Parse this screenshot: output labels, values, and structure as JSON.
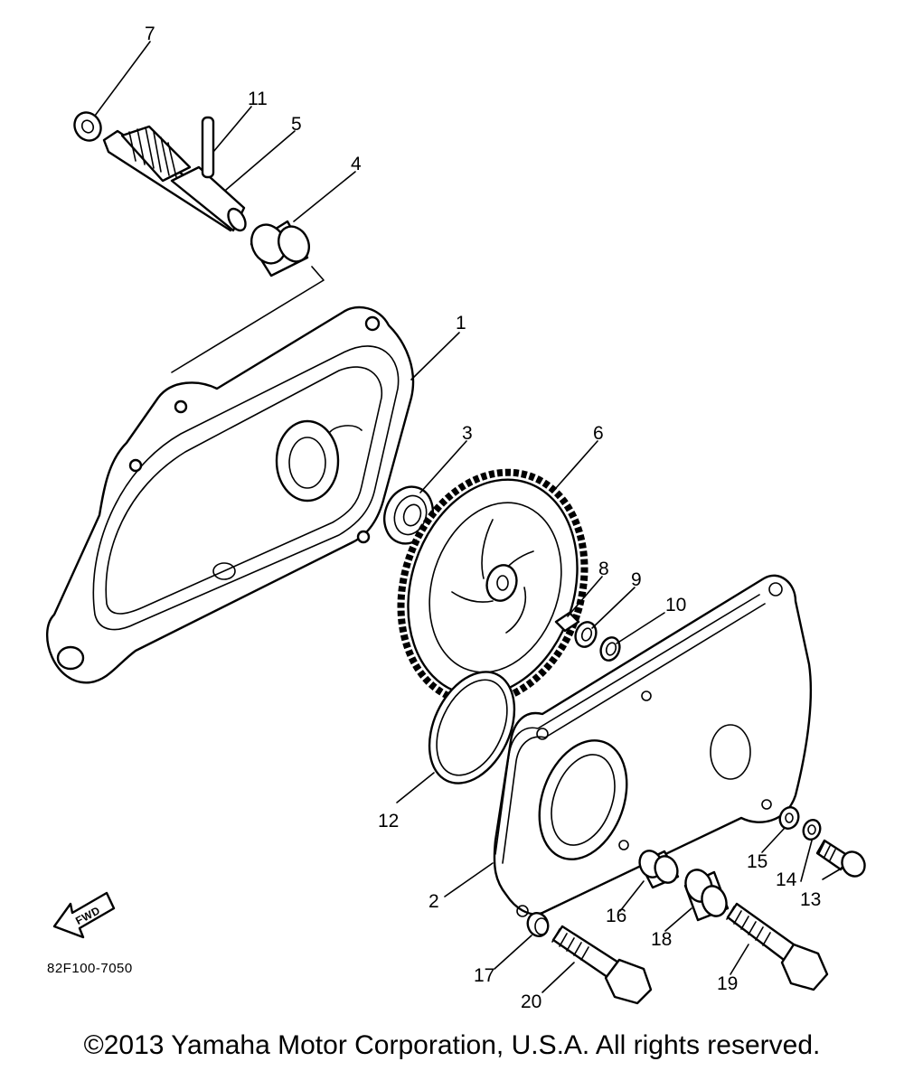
{
  "diagram": {
    "parts": [
      {
        "id": "part-1",
        "label": "1"
      },
      {
        "id": "part-2",
        "label": "2"
      },
      {
        "id": "part-3",
        "label": "3"
      },
      {
        "id": "part-4",
        "label": "4"
      },
      {
        "id": "part-5",
        "label": "5"
      },
      {
        "id": "part-6",
        "label": "6"
      },
      {
        "id": "part-7",
        "label": "7"
      },
      {
        "id": "part-8",
        "label": "8"
      },
      {
        "id": "part-9",
        "label": "9"
      },
      {
        "id": "part-10",
        "label": "10"
      },
      {
        "id": "part-11",
        "label": "11"
      },
      {
        "id": "part-12",
        "label": "12"
      },
      {
        "id": "part-13",
        "label": "13"
      },
      {
        "id": "part-14",
        "label": "14"
      },
      {
        "id": "part-15",
        "label": "15"
      },
      {
        "id": "part-16",
        "label": "16"
      },
      {
        "id": "part-17",
        "label": "17"
      },
      {
        "id": "part-18",
        "label": "18"
      },
      {
        "id": "part-19",
        "label": "19"
      },
      {
        "id": "part-20",
        "label": "20"
      }
    ],
    "fwd_label": "FWD",
    "diagram_code": "82F100-7050"
  },
  "footer": {
    "copyright": "©2013 Yamaha Motor Corporation, U.S.A. All rights reserved."
  }
}
